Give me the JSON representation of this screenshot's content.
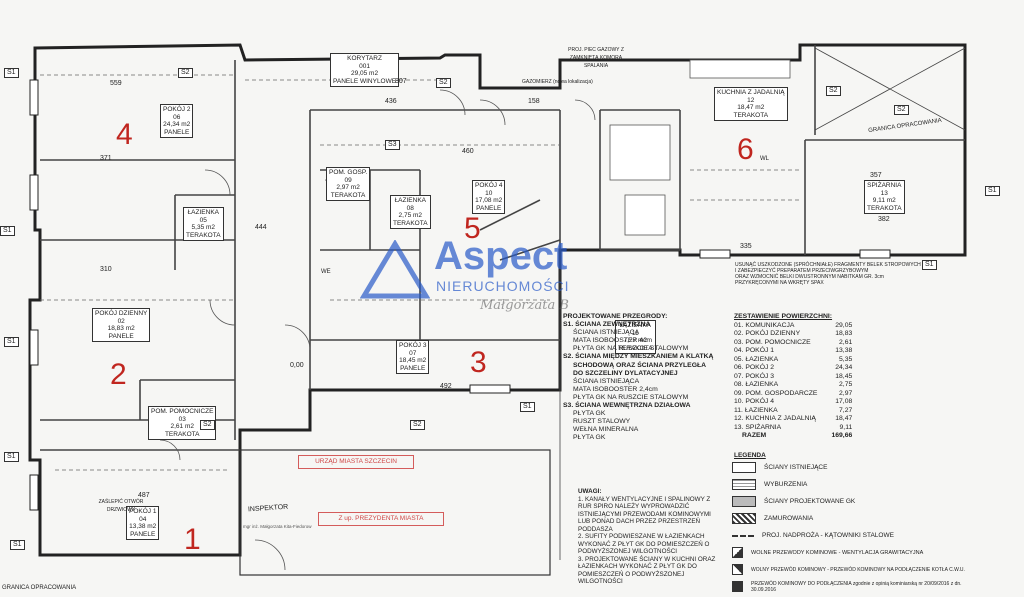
{
  "rooms": {
    "korytarz": {
      "name": "KORYTARZ",
      "num": "001",
      "area": "29,05 m2",
      "floor": "PANELE WINYLOWE"
    },
    "pokoj2": {
      "name": "POKÓJ 2",
      "num": "06",
      "area": "24,34 m2",
      "floor": "PANELE"
    },
    "lazienka_small": {
      "name": "ŁAZIENKA",
      "num": "05",
      "area": "5,35 m2",
      "floor": "TERAKOTA"
    },
    "pom_gosp": {
      "name": "POM. GOSP.",
      "num": "09",
      "area": "2,97 m2",
      "floor": "TERAKOTA"
    },
    "lazienka8": {
      "name": "ŁAZIENKA",
      "num": "08",
      "area": "2,75 m2",
      "floor": "TERAKOTA"
    },
    "pokoj4": {
      "name": "POKÓJ 4",
      "num": "10",
      "area": "17,08 m2",
      "floor": "PANELE"
    },
    "kuchnia": {
      "name": "KUCHNIA Z JADALNIĄ",
      "num": "12",
      "area": "18,47 m2",
      "floor": "TERAKOTA"
    },
    "spizarnia": {
      "name": "SPIŻARNIA",
      "num": "13",
      "area": "9,11 m2",
      "floor": "TERAKOTA"
    },
    "pokoj_dzienny": {
      "name": "POKÓJ DZIENNY",
      "num": "02",
      "area": "18,83 m2",
      "floor": "PANELE"
    },
    "pokoj3": {
      "name": "POKÓJ 3",
      "num": "07",
      "area": "18,45 m2",
      "floor": "PANELE"
    },
    "pom_pomocnicze": {
      "name": "POM. POMOCNICZE",
      "num": "03",
      "area": "2,61 m2",
      "floor": "TERAKOTA"
    },
    "lazienka11": {
      "name": "ŁAZIENKA",
      "num": "11",
      "area": "7,27 m2",
      "floor": "TERAKOTA"
    },
    "pokoj1": {
      "name": "POKÓJ 1",
      "num": "04",
      "area": "13,38 m2",
      "floor": "PANELE"
    }
  },
  "big_numbers": {
    "n1": "1",
    "n2": "2",
    "n3": "3",
    "n4": "4",
    "n5": "5",
    "n6": "6"
  },
  "tags": {
    "s1": "S1",
    "s2": "S2",
    "s3": "S3"
  },
  "labels": {
    "granica": "GRANICA OPRACOWANIA",
    "granica_left": "GRANICA OPRACOWANIA",
    "inspektor": "INSPEKTOR",
    "zaslepic": "ZAŚLEPIĆ OTWÓR DRZWIOWY",
    "gazomierz": "GAZOMIERZ (nowa lokalizacja)",
    "proj_piec": "PROJ. PIEC GAZOWY Z ZAMKNIĘTĄ KOMORĄ SPALANIA",
    "we": "WE",
    "wl": "WL"
  },
  "watermark": {
    "brand": "Aspect",
    "sub": "NIERUCHOMOŚCI",
    "agent": "Małgorzata B"
  },
  "projektowane": {
    "title": "PROJEKTOWANE PRZEGRODY:",
    "lines": [
      "S1. ŚCIANA ZEWNĘTRZNA",
      "ŚCIANA ISTNIEJĄCA",
      "MATA ISOBOOSTER 4cm",
      "PŁYTA GK NA RUSZCIE STALOWYM",
      "S2. ŚCIANA MIĘDZY MIESZKANIEM A KLATKĄ",
      "SCHODOWĄ ORAZ ŚCIANA PRZYLEGŁA",
      "DO SZCZELINY DYLATACYJNEJ",
      "ŚCIANA ISTNIEJĄCA",
      "MATA ISOBOOSTER 2,4cm",
      "PŁYTA GK NA RUSZCIE STALOWYM",
      "S3. ŚCIANA WEWNĘTRZNA DZIAŁOWA",
      "PŁYTA GK",
      "RUSZT STALOWY",
      "WEŁNA MINERALNA",
      "PŁYTA GK"
    ]
  },
  "zestawienie": {
    "title": "ZESTAWIENIE POWIERZCHNI:",
    "rows": [
      {
        "n": "01. KOMUNIKACJA",
        "v": "29,05"
      },
      {
        "n": "02. POKÓJ DZIENNY",
        "v": "18,83"
      },
      {
        "n": "03. POM. POMOCNICZE",
        "v": "2,61"
      },
      {
        "n": "04. POKÓJ 1",
        "v": "13,38"
      },
      {
        "n": "05. ŁAZIENKA",
        "v": "5,35"
      },
      {
        "n": "06. POKÓJ 2",
        "v": "24,34"
      },
      {
        "n": "07. POKÓJ 3",
        "v": "18,45"
      },
      {
        "n": "08. ŁAZIENKA",
        "v": "2,75"
      },
      {
        "n": "09. POM. GOSPODARCZE",
        "v": "2,97"
      },
      {
        "n": "10. POKÓJ 4",
        "v": "17,08"
      },
      {
        "n": "11. ŁAZIENKA",
        "v": "7,27"
      },
      {
        "n": "12. KUCHNIA Z JADALNIĄ",
        "v": "18,47"
      },
      {
        "n": "13. SPIŻARNIA",
        "v": "9,11"
      }
    ],
    "total_label": "RAZEM",
    "total": "169,66"
  },
  "uwagi": {
    "title": "UWAGI:",
    "lines": [
      "1. KANAŁY WENTYLACYJNE I SPALINOWY Z",
      "RUR SPIRO NALEŻY WYPROWADZIĆ",
      "ISTNIEJĄCYMI PRZEWODAMI KOMINOWYMI",
      "LUB PONAD DACH PRZEZ PRZESTRZEŃ",
      "PODDASZA",
      "2. SUFITY PODWIESZANE W ŁAZIENKACH",
      "WYKONAĆ Z PŁYT GK DO POMIESZCZEŃ O",
      "PODWYŻSZONEJ WILGOTNOŚCI",
      "3. PROJEKTOWANE ŚCIANY W KUCHNI ORAZ",
      "ŁAZIENKACH WYKONAĆ Z PŁYT GK DO",
      "POMIESZCZEŃ O PODWYŻSZONEJ",
      "WILGOTNOŚCI"
    ]
  },
  "legenda": {
    "title": "LEGENDA",
    "items": [
      "ŚCIANY ISTNIEJĄCE",
      "WYBURZENIA",
      "ŚCIANY PROJEKTOWANE GK",
      "ZAMUROWANIA",
      "PROJ. NADPROŻA - KĄTOWNIKI STALOWE",
      "WOLNE PRZEWODY KOMINOWE - WENTYLACJA GRAWITACYJNA",
      "WOLNY PRZEWÓD KOMINOWY - PRZEWÓD KOMINOWY NA PODŁĄCZENIE KOTŁA C.W.U.",
      "PRZEWÓD KOMINOWY DO PODŁĄCZENIA zgodnie z opinią kominiarską nr 20/09/2016 z dn. 30.09.2016"
    ]
  },
  "beam_note": [
    "USUNĄĆ USZKODZONE (SPRÓCHNIAŁE) FRAGMENTY BELEK STROPOWYCH",
    "I ZABEZPIECZYĆ PREPARATEM PRZECIWGRZYBOWYM",
    "ORAZ WZMOCNIĆ BELKI DWUSTRONNYM NABITKAM GR. 3cm",
    "PRZYKRĘCONYMI NA WKRĘTY SPAX"
  ],
  "stamps": {
    "urzad": "URZĄD MIASTA SZCZECIN",
    "prezydent": "Z up. PREZYDENTA MIASTA",
    "sign": "mgr inż. Małgorzata Kita-Fiedorow"
  }
}
